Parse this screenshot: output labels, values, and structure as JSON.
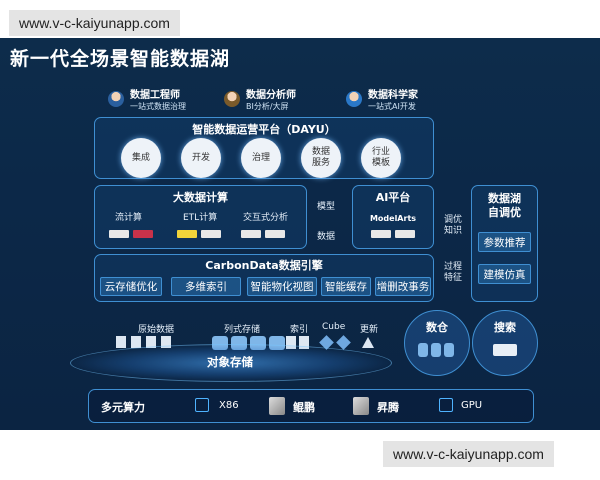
{
  "watermark_top": "www.v-c-kaiyunapp.com",
  "watermark_bottom": "www.v-c-kaiyunapp.com",
  "title": "新一代全场景智能数据湖",
  "roles": [
    {
      "name": "数据工程师",
      "desc": "一站式数据治理"
    },
    {
      "name": "数据分析师",
      "desc": "BI分析/大屏"
    },
    {
      "name": "数据科学家",
      "desc": "一站式AI开发"
    }
  ],
  "dayu": {
    "title": "智能数据运营平台（DAYU）",
    "items": [
      "集成",
      "开发",
      "治理",
      "数据\n服务",
      "行业\n模板"
    ]
  },
  "bigdata": {
    "title": "大数据计算",
    "items": [
      "流计算",
      "ETL计算",
      "交互式分析"
    ]
  },
  "link_labels": {
    "model": "模型",
    "data": "数据",
    "knowledge": "调优\n知识",
    "feature": "过程\n特征"
  },
  "ai": {
    "title": "AI平台",
    "sub": "ModelArts"
  },
  "selftune": {
    "title": "数据湖\n自调优",
    "items": [
      "参数推荐",
      "建模仿真"
    ]
  },
  "carbon": {
    "title": "CarbonData数据引擎",
    "items": [
      "云存储优化",
      "多维索引",
      "智能物化视图",
      "智能缓存",
      "增删改事务"
    ]
  },
  "storage_labels": [
    "原始数据",
    "列式存储",
    "索引",
    "Cube",
    "更新"
  ],
  "object_storage": "对象存储",
  "warehouse": "数仓",
  "search": "搜索",
  "compute": {
    "title": "多元算力",
    "items": [
      "X86",
      "鲲鹏",
      "昇腾",
      "GPU"
    ]
  },
  "colors": {
    "accent": "#3f8fd2",
    "background": "#0c2848",
    "glow": "#4fb3ff"
  }
}
